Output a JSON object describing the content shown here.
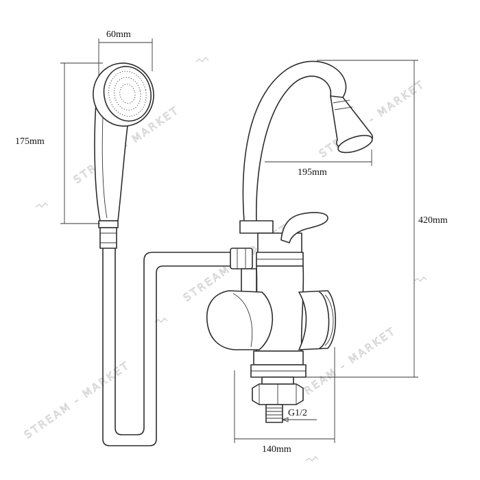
{
  "dimensions": {
    "head_width": "60mm",
    "handle_length": "175mm",
    "spout_reach": "195mm",
    "total_height": "420mm",
    "connection_thread": "G1/2",
    "body_width": "140mm"
  },
  "watermark": {
    "text": "STREAM - MARKET"
  }
}
